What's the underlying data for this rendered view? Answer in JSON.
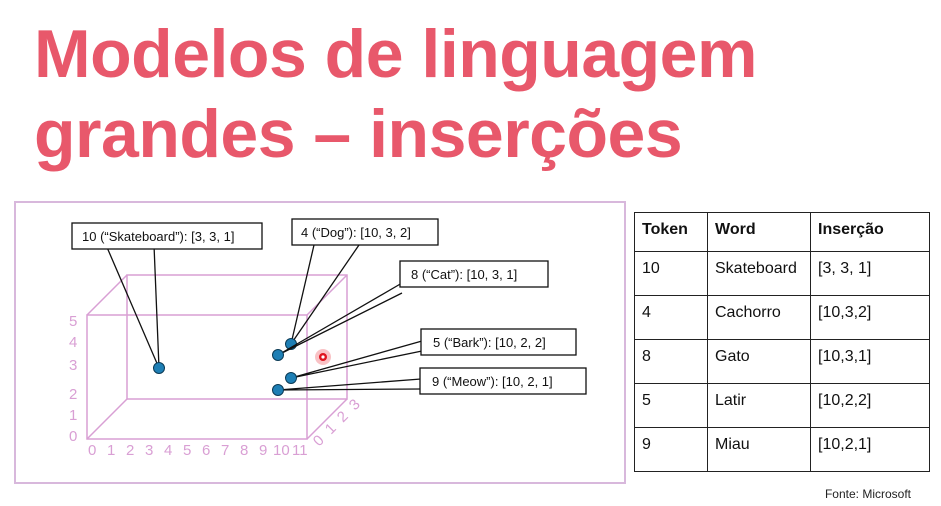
{
  "title": {
    "line1": "Modelos de linguagem",
    "line2": "grandes – inserções"
  },
  "diagram": {
    "y_axis_ticks": [
      "0",
      "1",
      "2",
      "3",
      "4",
      "5"
    ],
    "x_axis_ticks": [
      "0",
      "1",
      "2",
      "3",
      "4",
      "5",
      "6",
      "7",
      "8",
      "9",
      "10",
      "11"
    ],
    "z_axis_ticks": [
      "0",
      "1",
      "2",
      "3"
    ],
    "callouts": [
      {
        "id": "skateboard",
        "label": "10 (“Skateboard”): [3, 3, 1]"
      },
      {
        "id": "dog",
        "label": "4 (“Dog”): [10, 3, 2]"
      },
      {
        "id": "cat",
        "label": "8 (“Cat”): [10, 3, 1]"
      },
      {
        "id": "bark",
        "label": "5 (“Bark”): [10, 2, 2]"
      },
      {
        "id": "meow",
        "label": "9 (“Meow”): [10, 2, 1]"
      }
    ],
    "point_color": "#1e7fb5",
    "cursor_color": "#e0141e"
  },
  "table": {
    "headers": [
      "Token",
      "Word",
      "Inserção"
    ],
    "rows": [
      [
        "10",
        "Skateboard",
        "[3, 3, 1]"
      ],
      [
        "4",
        "Cachorro",
        "[10,3,2]"
      ],
      [
        "8",
        "Gato",
        "[10,3,1]"
      ],
      [
        "5",
        "Latir",
        "[10,2,2]"
      ],
      [
        "9",
        "Miau",
        "[10,2,1]"
      ]
    ]
  },
  "source": "Fonte: Microsoft",
  "colors": {
    "title": "#e8586b",
    "axis": "#d99fd4",
    "frame": "#d8b8dc"
  }
}
